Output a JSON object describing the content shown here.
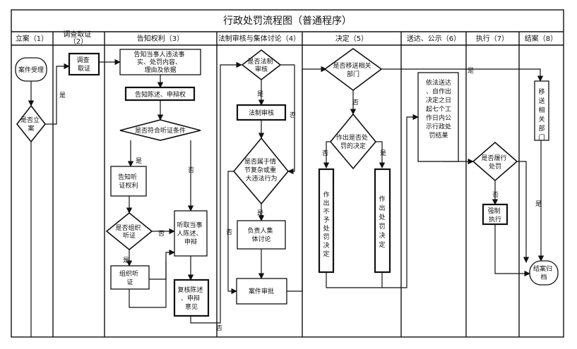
{
  "title": "行政处罚流程图（普通程序）",
  "lanes": [
    "立案（1）",
    "调查取证（2）",
    "告知权利（3）",
    "法制审核与集体讨论（4）",
    "决定（5）",
    "送达、公示（6）",
    "执行（7）",
    "结案（8）"
  ],
  "nodes": {
    "accept_case": "案件受理",
    "open_case_q": "是否立案",
    "investigate": "调查取证",
    "notify_facts": "告知当事人违法事实、处罚内容、理由及依据",
    "notify_defense": "告知陈述、申辩权",
    "hearing_cond_q": "是否符合听证条件",
    "notify_hearing": "告知听证权利",
    "organize_hearing_q": "是否组织听证",
    "organize_hearing": "组织听证",
    "hear_defense": "听取当事人陈述、申辩",
    "review_defense": "复核陈述、申辩意见",
    "legal_review_q": "是否法制审核",
    "legal_review": "法制审核",
    "complex_case_q": "是否属于情节复杂或重大违法行为",
    "collective_discussion": "负责人集体讨论",
    "case_approval": "案件审批",
    "transfer_q": "是否移送相关部门",
    "penalty_decision_q": "作出是否处罚的决定",
    "no_penalty": "作出不予处罚决定",
    "penalty": "作出处罚决定",
    "serve_publicize": "依法送达、自作出决定之日起七个工作日内公示行政处罚结果",
    "performed_q": "是否履行处罚",
    "enforce": "强制执行",
    "transfer_dept": "移送相关部门",
    "archive": "结案归档"
  },
  "edge_labels": {
    "yes": "是",
    "no": "否"
  }
}
